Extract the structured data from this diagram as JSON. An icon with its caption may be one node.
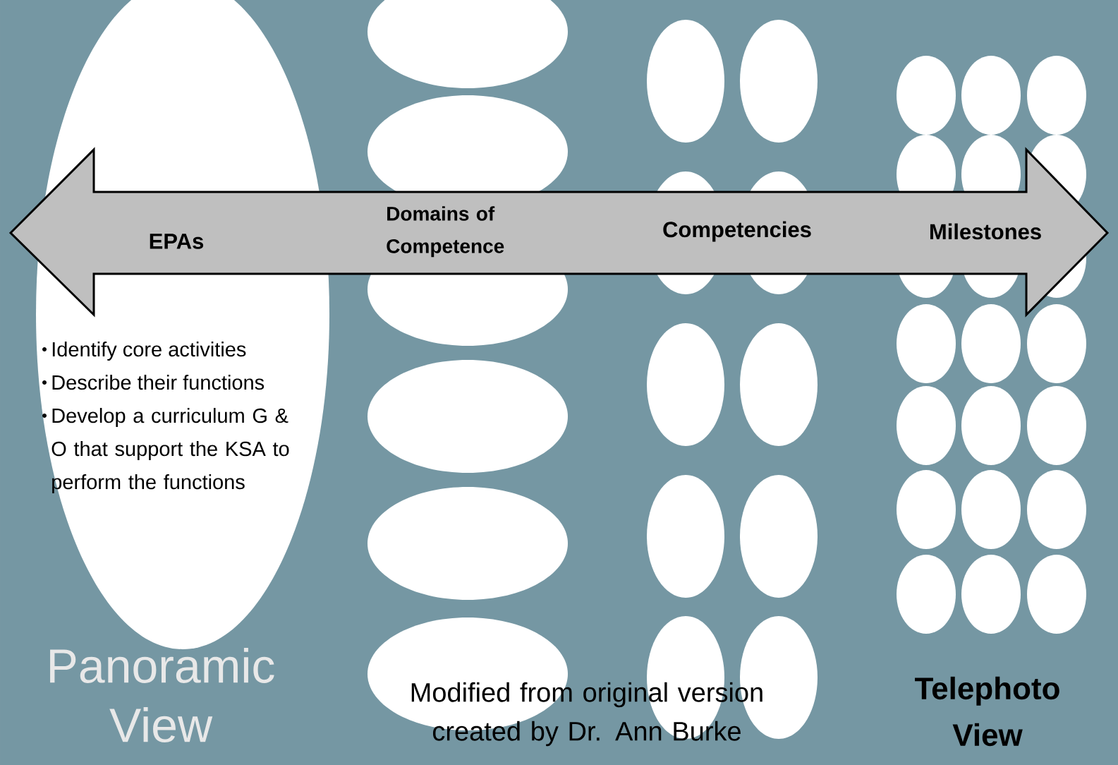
{
  "diagram": {
    "nodes": [
      {
        "text": [
          "Identify core activities",
          "Describe their functions",
          "Develop a curriculum G & O that support the KSA to perform the functions"
        ]
      },
      {
        "text": [
          "EPAs",
          "Domains of Competence",
          "Competencies",
          "Milestones"
        ]
      }
    ],
    "labels": [
      "Panoramic View",
      "Modified from original version created by Dr. Ann Burke",
      "Telephoto View"
    ]
  }
}
